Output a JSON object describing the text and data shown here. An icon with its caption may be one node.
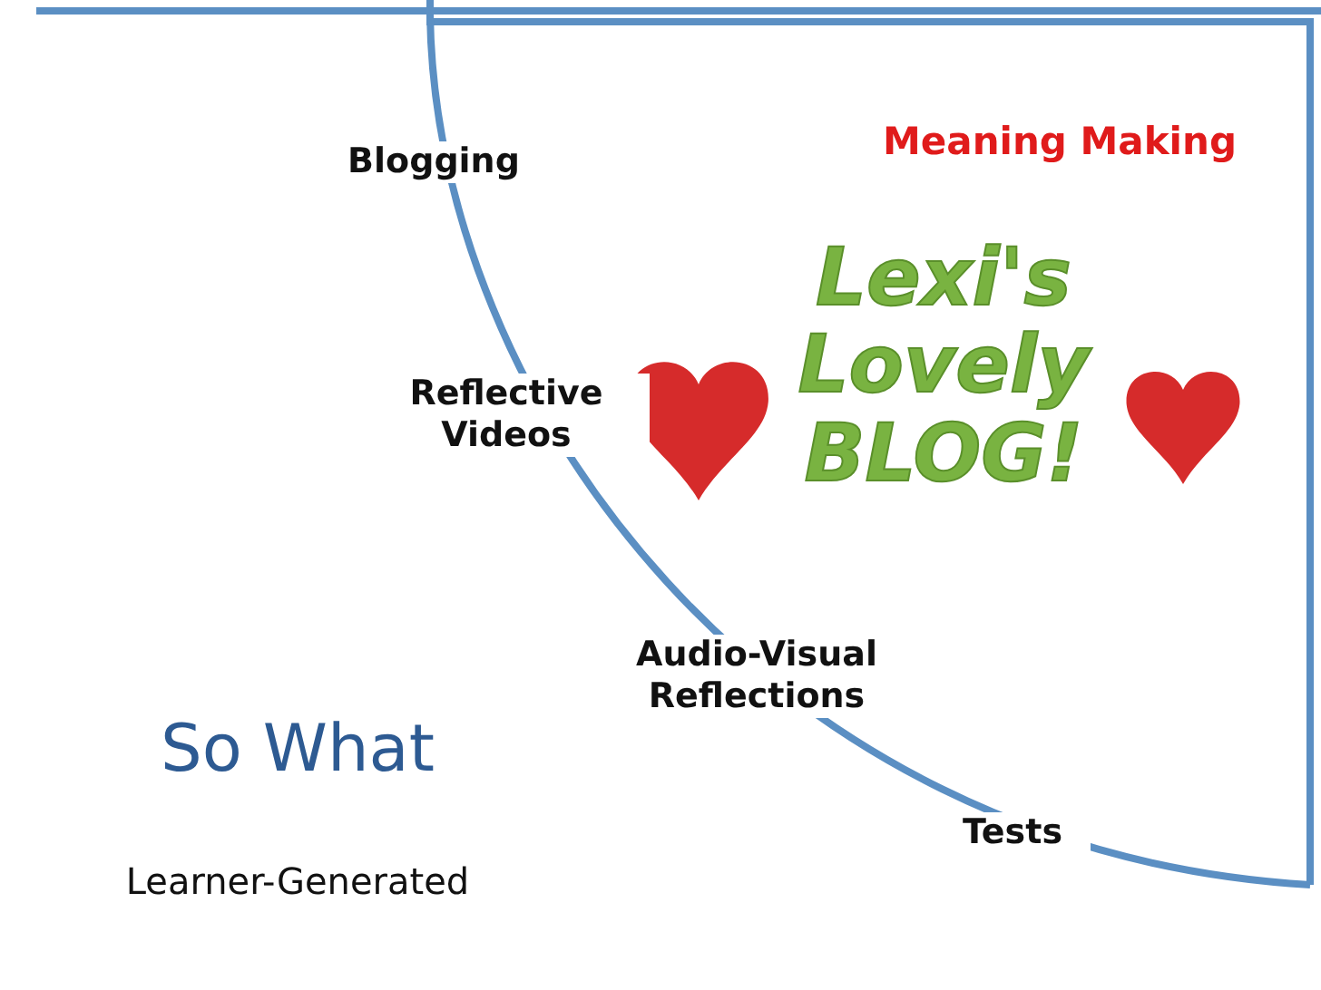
{
  "diagram": {
    "labels": [
      "Blogging",
      "Meaning Making",
      "Lexi's Lovely BLOG!",
      "Reflective Videos",
      "Audio-Visual Reflections",
      "So What",
      "Tests",
      "Learner-Generated"
    ]
  }
}
